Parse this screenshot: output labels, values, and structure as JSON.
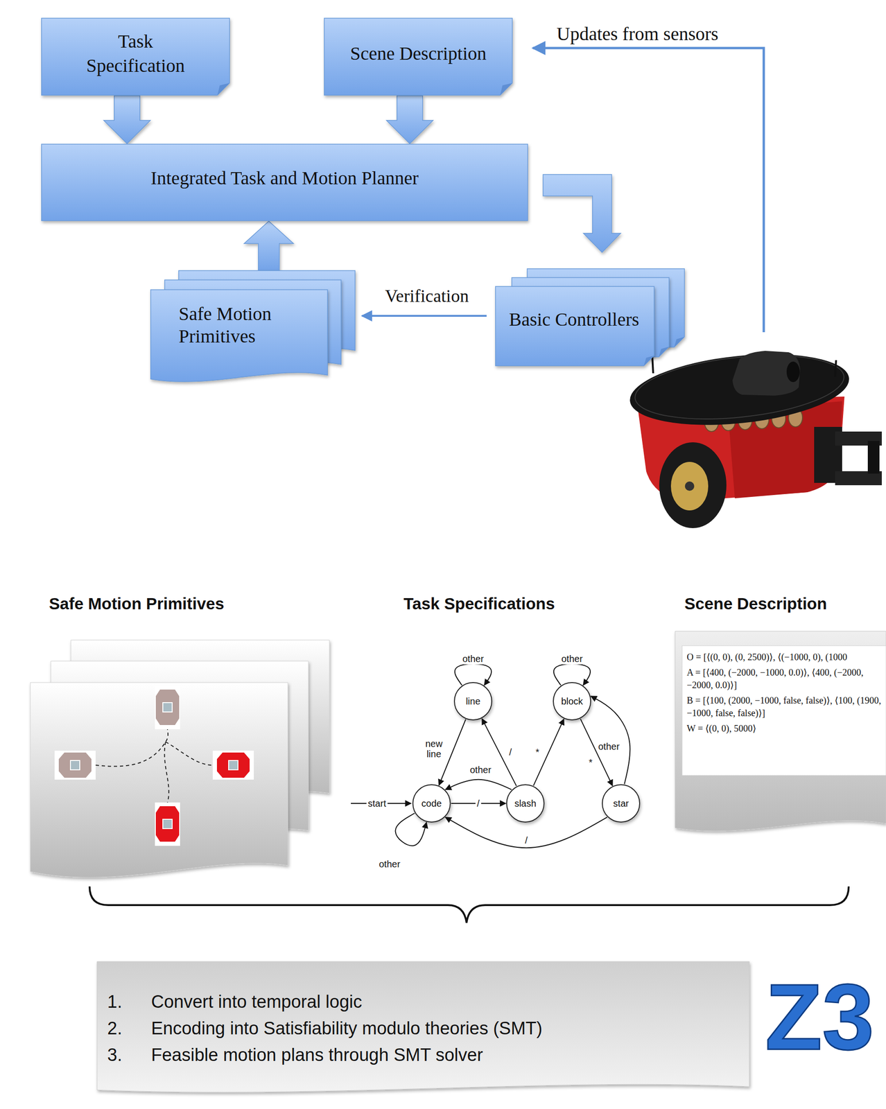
{
  "diagram": {
    "nodes": [
      {
        "text": [
          "Task Specification"
        ]
      },
      {
        "text": [
          "Scene Description"
        ]
      },
      {
        "text": [
          "Integrated Task and Motion Planner"
        ]
      },
      {
        "text": [
          "Safe Motion Primitives"
        ]
      },
      {
        "text": [
          "Basic Controllers"
        ]
      },
      {
        "text": [
          "line"
        ]
      },
      {
        "text": [
          "block"
        ]
      },
      {
        "text": [
          "code"
        ]
      },
      {
        "text": [
          "slash"
        ]
      },
      {
        "text": [
          "star"
        ]
      },
      {
        "text": [
          "O = [⟨(0, 0), (0, 2500)⟩, ⟨(−1000, 0), (1000",
          "A = [⟨400, (−2000, −1000, 0.0)⟩, ⟨400, (−2000, −2000, 0.0)⟩]",
          "B = [⟨100, (2000, −1000, false, false)⟩, ⟨100, (1900, −1000, false, false)⟩]",
          "W = ⟨(0, 0), 5000⟩"
        ]
      },
      {
        "text": [
          "1.",
          "Convert into temporal logic",
          "2.",
          "Encoding into Satisfiability modulo theories (SMT)",
          "3.",
          "Feasible motion plans through SMT solver"
        ]
      }
    ],
    "edges": [
      {
        "from": 0,
        "to": 2,
        "arrow": "to"
      },
      {
        "from": 1,
        "to": 2,
        "arrow": "to"
      },
      {
        "from": 3,
        "to": 2,
        "arrow": "to"
      },
      {
        "from": 2,
        "to": 4,
        "arrow": "to"
      },
      {
        "from": 4,
        "to": 3,
        "arrow": "to",
        "label": "Verification"
      },
      {
        "from": 7,
        "to": 7,
        "arrow": "to",
        "label": "other"
      },
      {
        "from": 7,
        "to": 8,
        "arrow": "to",
        "label": "/"
      },
      {
        "from": 8,
        "to": 7,
        "arrow": "to",
        "label": "other"
      },
      {
        "from": 8,
        "to": 5,
        "arrow": "to",
        "label": "/"
      },
      {
        "from": 5,
        "to": 7,
        "arrow": "to",
        "label": "new line"
      },
      {
        "from": 5,
        "to": 5,
        "arrow": "to",
        "label": "other"
      },
      {
        "from": 8,
        "to": 6,
        "arrow": "to",
        "label": "*"
      },
      {
        "from": 6,
        "to": 6,
        "arrow": "to",
        "label": "other"
      },
      {
        "from": 6,
        "to": 9,
        "arrow": "to",
        "label": "*"
      },
      {
        "from": 9,
        "to": 6,
        "arrow": "to",
        "label": "other"
      },
      {
        "from": 9,
        "to": 7,
        "arrow": "to",
        "label": "/"
      }
    ],
    "labels": [
      "Updates from sensors",
      "Safe Motion Primitives",
      "Task Specifications",
      "Scene Description",
      "start",
      "Z3"
    ]
  }
}
